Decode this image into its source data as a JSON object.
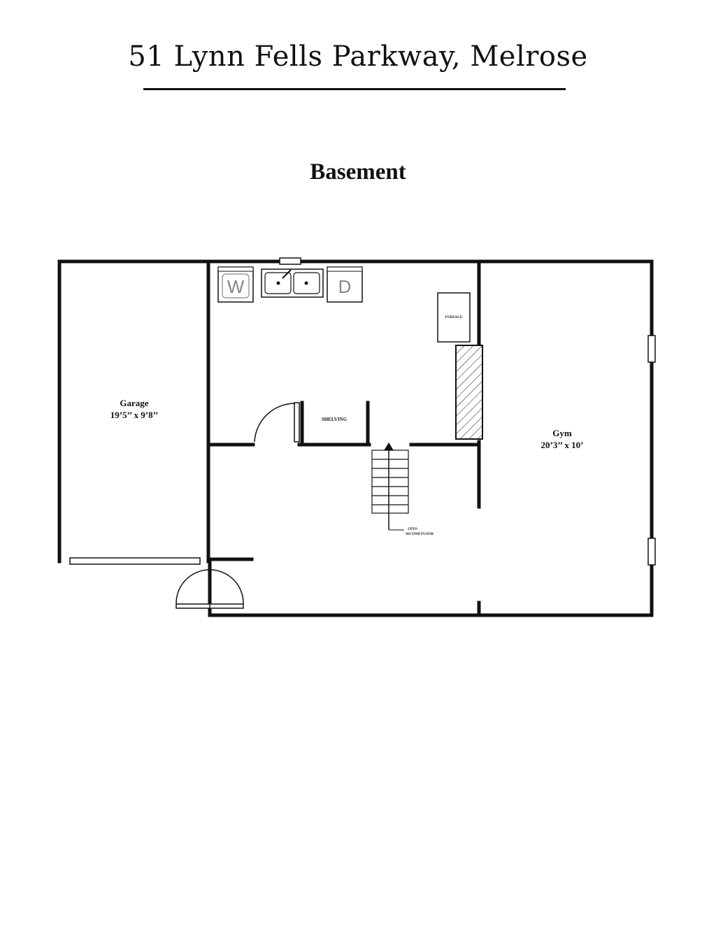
{
  "header": {
    "title": "51 Lynn Fells Parkway, Melrose",
    "floor": "Basement"
  },
  "rooms": {
    "garage": {
      "name": "Garage",
      "dims": "19’5’’ x 9’8’’"
    },
    "gym": {
      "name": "Gym",
      "dims": "20’3’’ x 10’"
    }
  },
  "fixtures": {
    "washer": "W",
    "dryer": "D",
    "furnace": "FURNACE",
    "shelving": "SHELVING",
    "stairs_line1": "UPTO",
    "stairs_line2": "SECOND FLOOR"
  }
}
